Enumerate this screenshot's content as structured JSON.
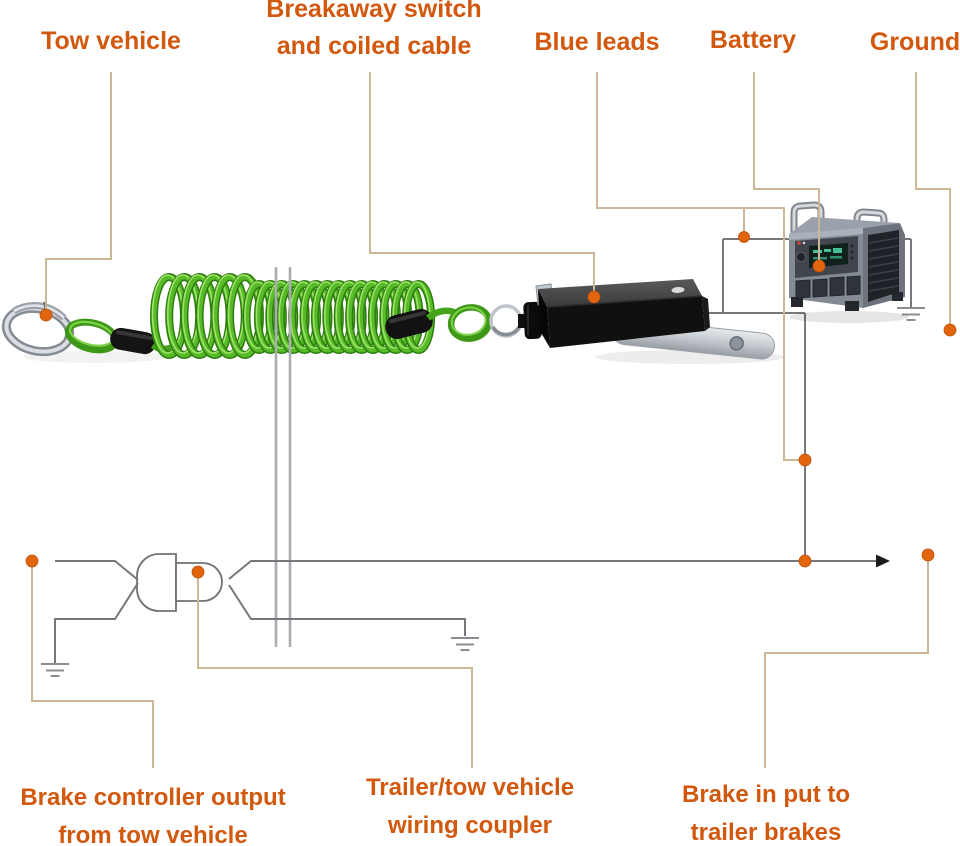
{
  "colors": {
    "label_text": "#d2580e",
    "leader_line": "#cbb795",
    "wire": "#75787d",
    "connection_dot": "#e2650e",
    "separator": "#a9adb0",
    "cable_green": "#4caf1e",
    "arrow_black": "#1b1b1b"
  },
  "labels": {
    "tow_vehicle": "Tow vehicle",
    "breakaway": [
      "Breakaway switch",
      "and coiled cable"
    ],
    "blue_leads": "Blue leads",
    "battery": "Battery",
    "ground": "Ground",
    "brake_controller": [
      "Brake controller output",
      "from tow vehicle"
    ],
    "coupler": [
      "Trailer/tow vehicle",
      "wiring coupler"
    ],
    "brake_input": [
      "Brake in put to",
      "trailer brakes"
    ]
  },
  "icons": {
    "carabiner": "carabiner-clip-icon",
    "coiled_cable": "green-coiled-cable-icon",
    "breakaway_switch": "breakaway-switch-icon",
    "mounting_bracket": "mounting-bracket-icon",
    "battery": "portable-battery-icon",
    "ground_symbol": "earth-ground-icon",
    "flow_arrow": "right-arrow-icon",
    "connection_dot": "orange-connection-dot"
  }
}
